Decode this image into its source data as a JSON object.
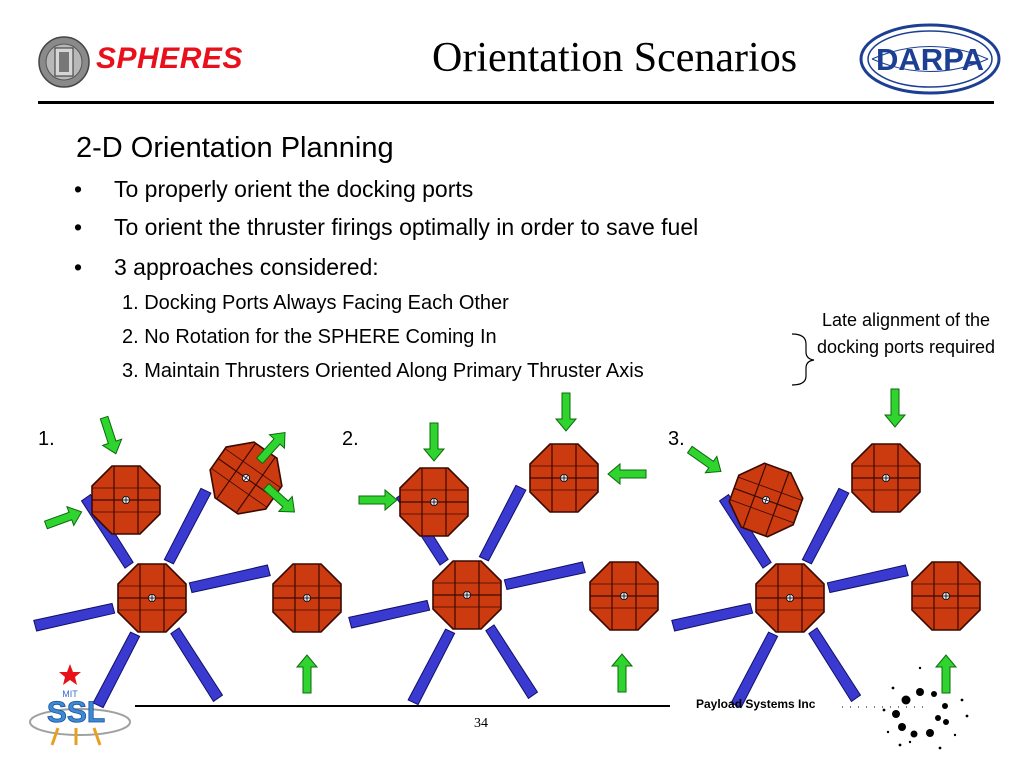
{
  "header": {
    "brand": "SPHERES",
    "title": "Orientation Scenarios",
    "darpa_logo_text": "DARPA"
  },
  "content": {
    "heading": "2-D Orientation Planning",
    "bullets": [
      "To properly orient the docking ports",
      "To orient the thruster firings optimally in order to save fuel",
      "3 approaches considered:"
    ],
    "approaches": [
      "1. Docking Ports Always Facing Each Other",
      "2. No Rotation for the SPHERE Coming In",
      "3. Maintain Thrusters Oriented Along Primary Thruster Axis"
    ],
    "note": "Late alignment of the docking ports required"
  },
  "panels": [
    {
      "label": "1."
    },
    {
      "label": "2."
    },
    {
      "label": "3."
    }
  ],
  "footer": {
    "company": "Payload Systems Inc",
    "page_number": "34",
    "ssl_logo_text": "SSL",
    "mit_logo_text": "MIT"
  },
  "colors": {
    "brand_red": "#e8101a",
    "sphere_fill": "#cc3a10",
    "arrow_green": "#2fd42f",
    "panel_blue": "#3a3ad0",
    "darpa_blue": "#1c3f94"
  }
}
